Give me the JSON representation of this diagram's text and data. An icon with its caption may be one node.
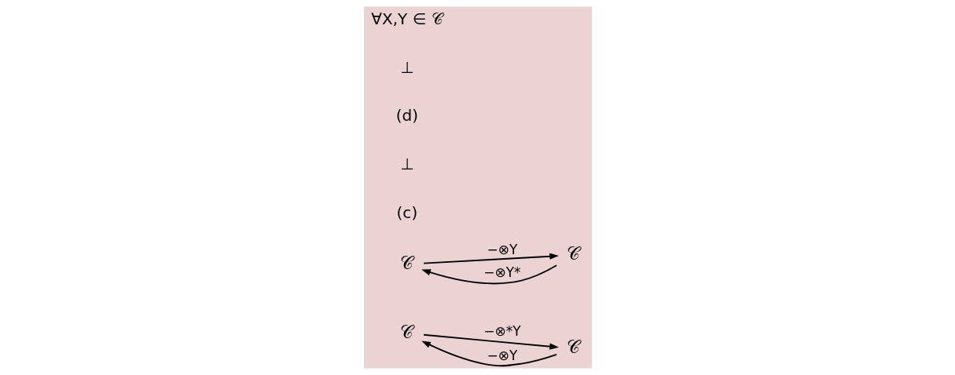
{
  "diagram": {
    "nodes": [
      {
        "text": [
          "𝒞"
        ]
      },
      {
        "text": [
          "𝒞"
        ]
      },
      {
        "text": [
          "𝒞"
        ]
      },
      {
        "text": [
          "𝒞"
        ]
      }
    ],
    "edges": [
      {
        "from": 0,
        "to": 1,
        "arrow": "to",
        "label": "−⊗*Y"
      },
      {
        "from": 1,
        "to": 0,
        "arrow": "to",
        "label": "−⊗Y"
      },
      {
        "from": 2,
        "to": 3,
        "arrow": "to",
        "label": "−⊗Y"
      },
      {
        "from": 3,
        "to": 2,
        "arrow": "to",
        "label": "−⊗Y*"
      }
    ],
    "labels": [
      "(c)",
      "⊥",
      "(d)",
      "⊥",
      "∀X,Y ∈ 𝒞"
    ]
  }
}
